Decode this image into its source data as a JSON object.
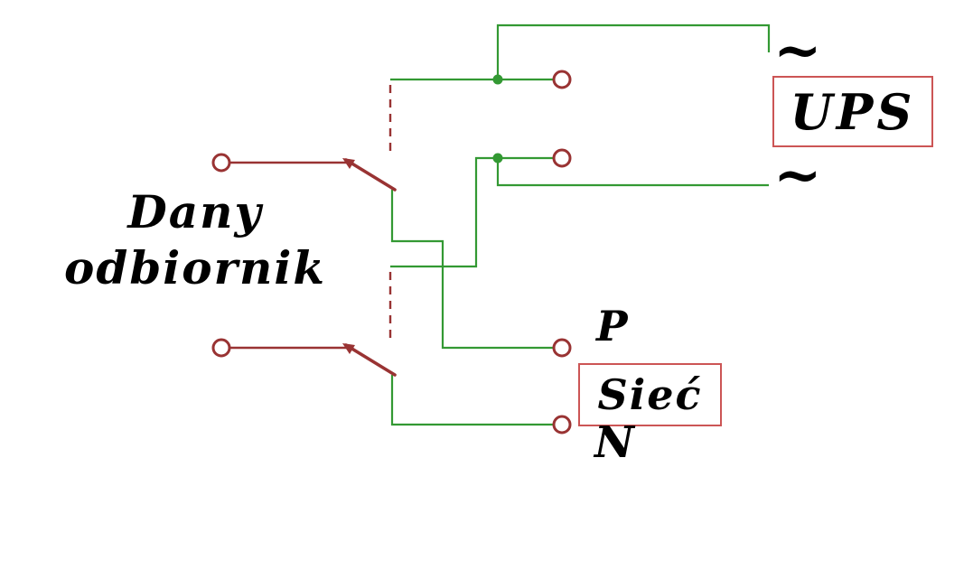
{
  "diagram": {
    "labels": {
      "load_line1": "Dany",
      "load_line2": "odbiornik",
      "ups": "UPS",
      "mains": "Sieć",
      "phase": "P",
      "neutral": "N",
      "ac_tilde": "~"
    },
    "colors": {
      "wire_green": "#339933",
      "wire_red": "#993333",
      "terminal_red": "#993333",
      "junction_green": "#339933",
      "box_border_red": "#cc5555",
      "text": "#000000",
      "background": "#ffffff"
    }
  }
}
